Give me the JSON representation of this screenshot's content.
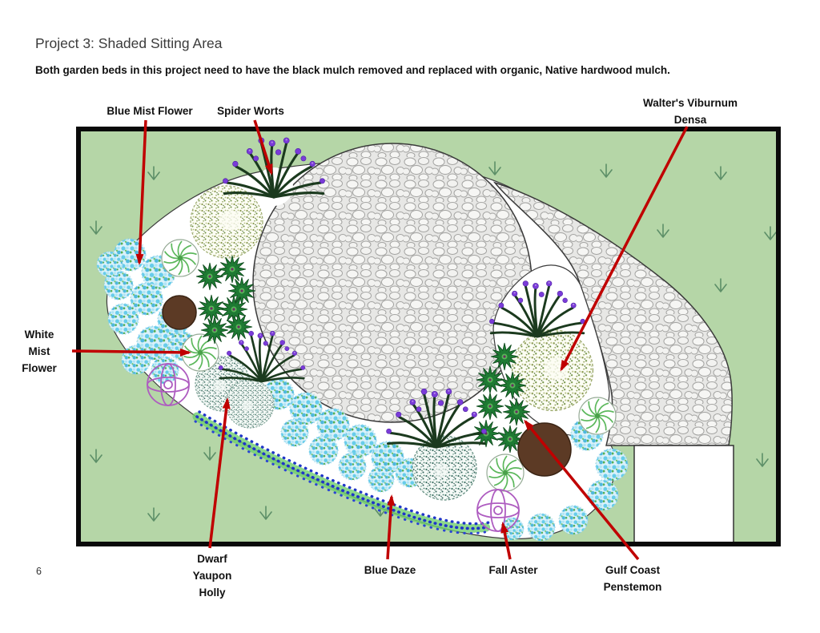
{
  "page": {
    "title": "Project 3: Shaded Sitting Area",
    "instructions": "Both garden beds in this project need to have the black mulch removed and replaced with organic, Native hardwood mulch.",
    "page_number": "6"
  },
  "diagram": {
    "plant_labels": {
      "blue_mist_flower": "Blue Mist Flower",
      "spider_worts": "Spider Worts",
      "walters_viburnum_line1": "Walter's Viburnum",
      "walters_viburnum_line2": "Densa",
      "white_mist_line1": "White",
      "white_mist_line2": "Mist",
      "white_mist_line3": "Flower",
      "dwarf_yaupon_line1": "Dwarf",
      "dwarf_yaupon_line2": "Yaupon",
      "dwarf_yaupon_line3": "Holly",
      "blue_daze": "Blue Daze",
      "fall_aster": "Fall Aster",
      "gulf_coast_line1": "Gulf Coast",
      "gulf_coast_line2": "Penstemon"
    },
    "colors": {
      "lawn_green": "#b5d6a7",
      "annotation_red": "#c00000",
      "bed_white": "#ffffff",
      "gravel_grey": "#ededeb",
      "trunk_brown": "#5c3a25",
      "aster_purple": "#ae5cc0",
      "spiderwort_purple": "#7a3bd8",
      "mist_cyan": "#66ccea"
    },
    "symbols": [
      "grass-icon",
      "cobblestone-patio",
      "garden-bed",
      "blue-mist-flower-plant",
      "white-mist-flower-pinwheel",
      "spiderwort-plant",
      "walters-viburnum-shrub",
      "dwarf-yaupon-holly-shrub",
      "blue-daze-border",
      "fall-aster-sphere-icon",
      "gulf-coast-penstemon-star-icon",
      "tree-trunk"
    ]
  }
}
